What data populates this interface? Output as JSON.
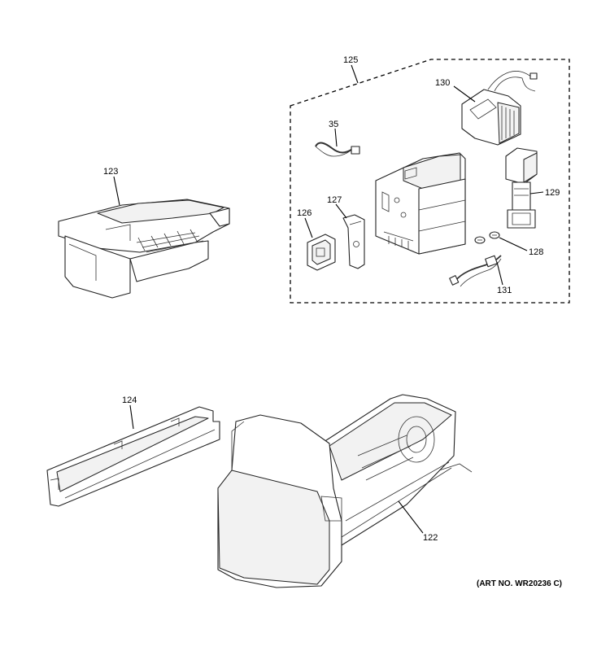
{
  "callouts": {
    "p123": "123",
    "p125": "125",
    "p130": "130",
    "p35": "35",
    "p126": "126",
    "p127": "127",
    "p129": "129",
    "p128": "128",
    "p131": "131",
    "p124": "124",
    "p122": "122"
  },
  "art_number": "(ART NO. WR20236 C)"
}
